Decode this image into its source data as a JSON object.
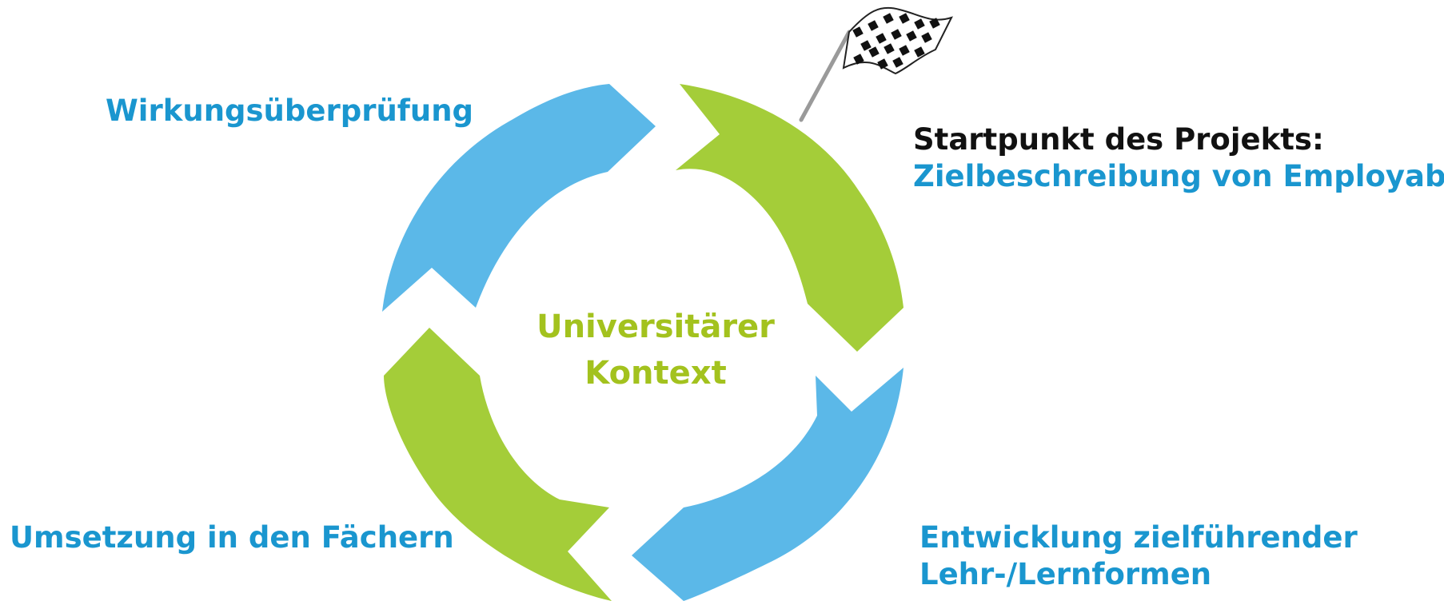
{
  "colors": {
    "blue": "#5bb8e8",
    "green": "#a4cd39",
    "text_blue": "#1a96cf",
    "text_green": "#a3c21e",
    "text_black": "#111111"
  },
  "icons": {
    "flag": "checkered-flag"
  },
  "center": {
    "line1": "Universitärer",
    "line2": "Kontext"
  },
  "labels": {
    "top_left": "Wirkungsüberprüfung",
    "top_right_heading": "Startpunkt des Projekts:",
    "top_right_text": "Zielbeschreibung von Employability",
    "bottom_left": "Umsetzung in den Fächern",
    "bottom_right_line1": "Entwicklung zielführender",
    "bottom_right_line2": "Lehr-/Lernformen"
  }
}
